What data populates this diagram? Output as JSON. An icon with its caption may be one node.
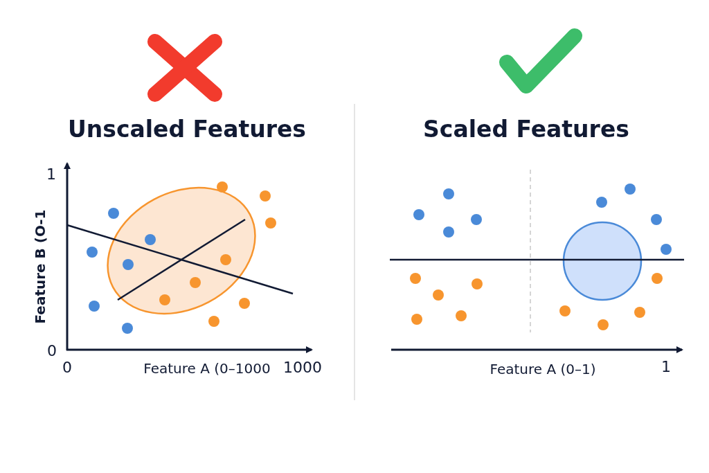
{
  "diagram": {
    "labels": [
      "Unscaled Features",
      "Scaled Features",
      "1",
      "Feature B (O-1",
      "0",
      "0",
      "Feature A (0–1000",
      "1000",
      "Feature A (0–1)",
      "1"
    ]
  }
}
